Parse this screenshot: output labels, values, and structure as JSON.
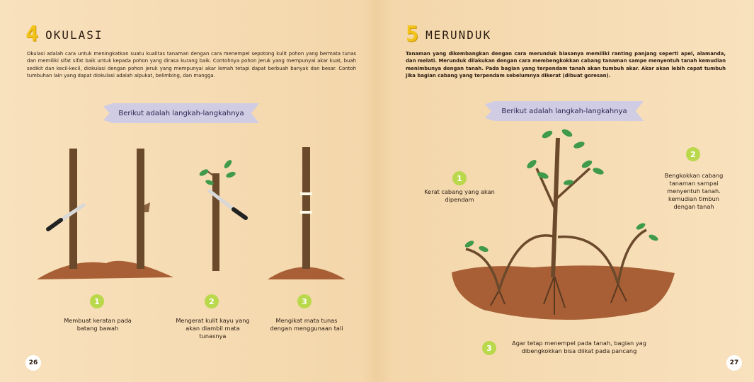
{
  "left_page": {
    "section_number": "4",
    "section_title": "OKULASI",
    "paragraph": "Okulasi adalah cara untuk meningkatkan suatu kualitas tanaman dengan cara menempel sepotong kulit pohon yang bermata tunas dan memiliki sifat sifat baik untuk kepada pohon yang dirasa kurang baik. Contohnya pohon jeruk yang mempunyai akar kuat, buah sedikit dan kecil-kecil, diokulasi dengan pohon jeruk yang mempunyai akar lemah tetapi dapat berbuah banyak dan besar. Contoh tumbuhan lain yang dapat diokulasi adalah alpukat, belimbing, dan mangga.",
    "ribbon": "Berikut adalah langkah-langkahnya",
    "steps": [
      {
        "num": "1",
        "caption": "Membuat keratan pada batang bawah"
      },
      {
        "num": "2",
        "caption": "Mengerat kulit kayu yang akan diambil mata tunasnya"
      },
      {
        "num": "3",
        "caption": "Mengikat mata tunas dengan menggunaan tali"
      }
    ],
    "page_number": "26"
  },
  "right_page": {
    "section_number": "5",
    "section_title": "MERUNDUK",
    "paragraph": "Tanaman yang dikembangkan dengan cara merunduk biasanya memiliki ranting panjang seperti apel, alamanda, dan melati. Merunduk dilakukan dengan cara membengkokkan cabang tanaman sampe menyentuh tanah kemudian menimbunya dengan tanah. Pada bagian yang terpendam tanah akan tumbuh akar. Akar akan lebih cepat tumbuh jika bagian cabang yang terpendam sebelumnya dikerat (dibuat goresan).",
    "ribbon": "Berikut adalah langkah-langkahnya",
    "steps": [
      {
        "num": "1",
        "caption": "Kerat cabang yang akan dipendam"
      },
      {
        "num": "2",
        "caption": "Bengkokkan cabang tanaman sampai menyentuh tanah. kemudian timbun dengan tanah"
      },
      {
        "num": "3",
        "caption": "Agar tetap menempel pada tanah, bagian yag dibengkokkan bisa diikat pada pancang"
      }
    ],
    "page_number": "27"
  },
  "colors": {
    "accent_yellow": "#f2c318",
    "step_green": "#b9d84b",
    "ribbon": "#cfcce4",
    "soil": "#a85f35",
    "trunk": "#6b4a2c",
    "leaf": "#3f9a4a"
  }
}
